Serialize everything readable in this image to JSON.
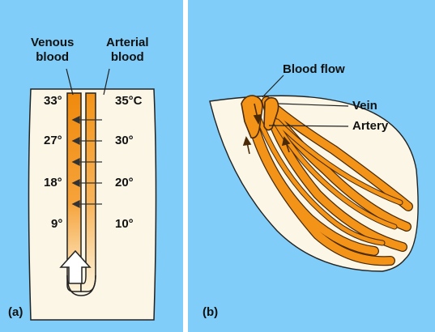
{
  "panel_a": {
    "label": "(a)",
    "venous_line1": "Venous",
    "venous_line2": "blood",
    "arterial_line1": "Arterial",
    "arterial_line2": "blood",
    "left_temps": [
      "33°",
      "27°",
      "18°",
      "9°"
    ],
    "right_temps": [
      "35°C",
      "30°",
      "20°",
      "10°"
    ]
  },
  "panel_b": {
    "label": "(b)",
    "blood_flow": "Blood flow",
    "vein": "Vein",
    "artery": "Artery"
  },
  "colors": {
    "background": "#7fcdf8",
    "limb": "#fbf6e6",
    "vessel": "#f39418",
    "vessel_outline": "#5a3208"
  }
}
